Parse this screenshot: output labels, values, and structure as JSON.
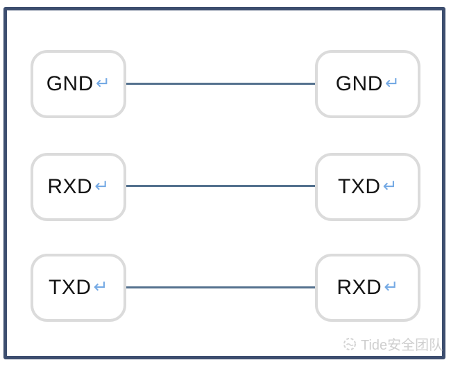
{
  "diagram": {
    "description": "serial-wiring-cross-connection",
    "enter_symbol": "↵",
    "connection_rows": [
      {
        "left_label": "GND",
        "right_label": "GND"
      },
      {
        "left_label": "RXD",
        "right_label": "TXD"
      },
      {
        "left_label": "TXD",
        "right_label": "RXD"
      }
    ]
  },
  "watermark": {
    "text": "Tide安全团队"
  },
  "colors": {
    "frame_border": "#3D4E6F",
    "wire": "#54718E",
    "node_border": "#DBDBDB",
    "label_text": "#141414",
    "enter_arrow": "#74A9E4",
    "watermark_text": "#CFCFCF"
  }
}
